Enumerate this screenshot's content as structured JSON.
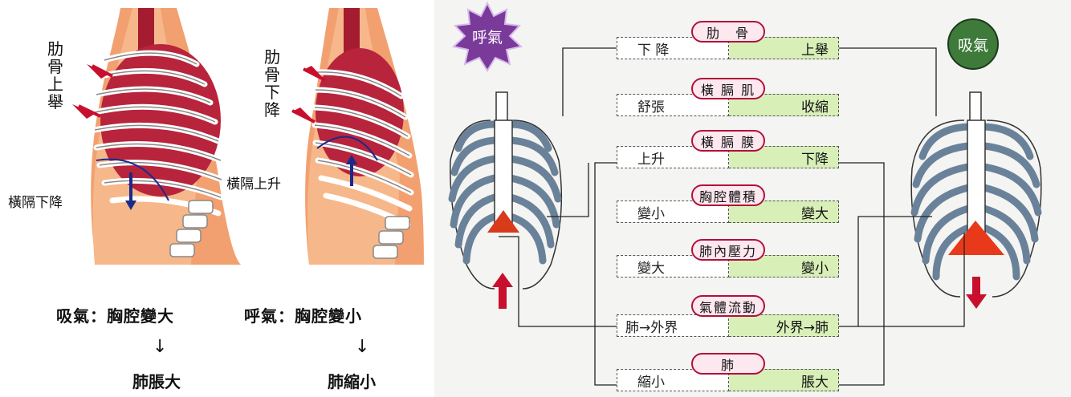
{
  "left": {
    "fig1": {
      "label_rib": "肋骨上舉",
      "label_diaphragm": "橫隔下降"
    },
    "fig2": {
      "label_rib": "肋骨下降",
      "label_diaphragm": "橫隔上升"
    },
    "caption_inhale": "吸氣：胸腔變大",
    "caption_exhale": "呼氣：胸腔變小",
    "down_arrow": "↓",
    "result_inhale": "肺脹大",
    "result_exhale": "肺縮小"
  },
  "right": {
    "exhale_badge": "呼氣",
    "inhale_badge": "吸氣",
    "rows": [
      {
        "category": "肋　骨",
        "exhale": "下 降",
        "inhale": "上舉"
      },
      {
        "category": "橫 膈 肌",
        "exhale": "舒張",
        "inhale": "收縮"
      },
      {
        "category": "橫 膈 膜",
        "exhale": "上升",
        "inhale": "下降"
      },
      {
        "category": "胸腔體積",
        "exhale": "變小",
        "inhale": "變大"
      },
      {
        "category": "肺內壓力",
        "exhale": "變大",
        "inhale": "變小"
      },
      {
        "category": "氣體流動",
        "exhale": "肺→外界",
        "inhale": "外界→肺"
      },
      {
        "category": "肺",
        "exhale": "縮小",
        "inhale": "脹大"
      }
    ]
  },
  "colors": {
    "rib": "#ffffff",
    "lung": "#b8243c",
    "skin": "#f2a070",
    "ribcage_blue": "#6a8299",
    "pill_border": "#b0103a",
    "green_fill": "#d8f0b8",
    "red_arrow": "#c8102e",
    "purple_badge": "#7a3a9a",
    "green_badge": "#3e7a3a"
  }
}
